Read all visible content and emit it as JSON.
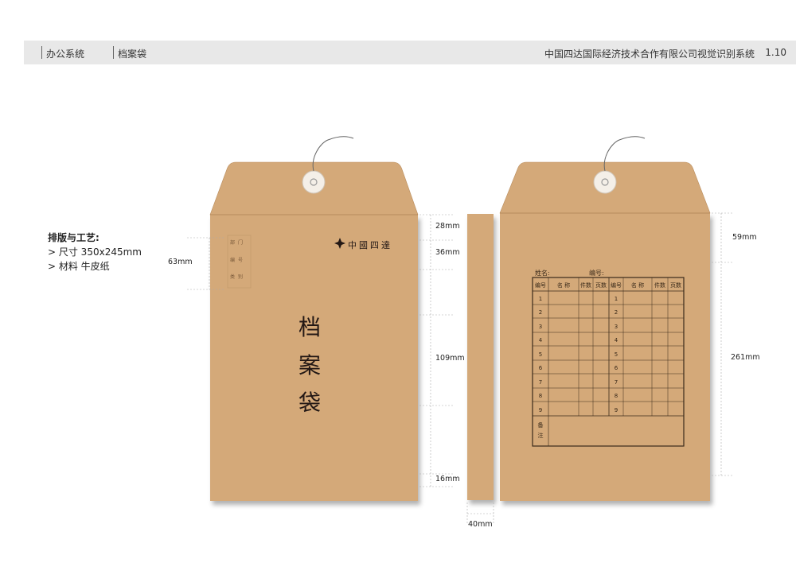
{
  "header": {
    "section": "办公系统",
    "page": "档案袋",
    "company_title": "中国四达国际经济技术合作有限公司视觉识别系统",
    "page_number": "1.10"
  },
  "specs": {
    "title": "排版与工艺:",
    "items": [
      "> 尺寸 350x245mm",
      "> 材料 牛皮纸"
    ]
  },
  "dimensions": {
    "left_63": "63mm",
    "front_28": "28mm",
    "front_36": "36mm",
    "front_109": "109mm",
    "front_16": "16mm",
    "spine_40": "40mm",
    "back_59": "59mm",
    "back_261": "261mm"
  },
  "front": {
    "logo_text": "中國四達",
    "title_chars": [
      "档",
      "案",
      "袋"
    ],
    "fields": [
      "部门",
      "编号",
      "类别"
    ]
  },
  "back": {
    "name_label": "姓名:",
    "number_label": "编号:",
    "table_headers": [
      "编号",
      "名  称",
      "件数",
      "页数",
      "编号",
      "名  称",
      "件数",
      "页数"
    ],
    "row_numbers": [
      "1",
      "2",
      "3",
      "4",
      "5",
      "6",
      "7",
      "8",
      "9"
    ],
    "remarks_label": [
      "备",
      "注"
    ]
  },
  "colors": {
    "kraft": "#d4a979",
    "kraft_dark": "#c49a6b",
    "ink": "#231815",
    "header_bg": "#e8e8e8"
  }
}
